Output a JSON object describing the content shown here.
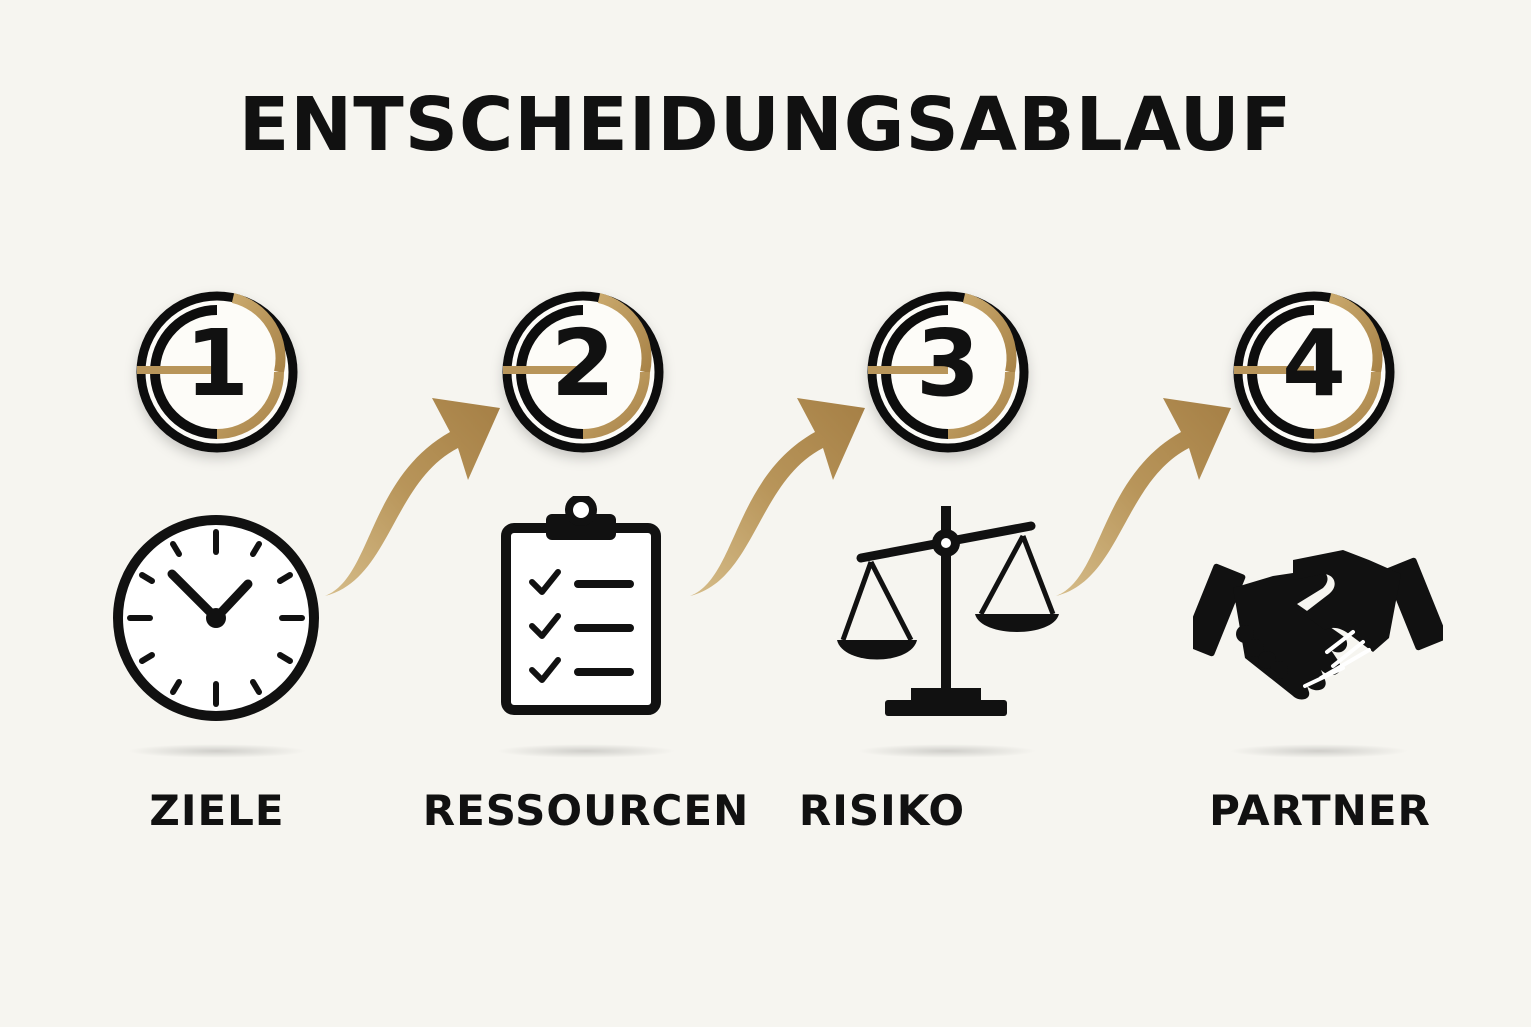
{
  "title": "ENTSCHEIDUNGSABLAUF",
  "colors": {
    "gold": "#b8955a",
    "dark": "#111111",
    "background": "#f6f5f0"
  },
  "steps": [
    {
      "number": "1",
      "label": "ZIELE",
      "icon": "clock-icon"
    },
    {
      "number": "2",
      "label": "RESSOURCEN",
      "icon": "clipboard-checklist-icon"
    },
    {
      "number": "3",
      "label": "RISIKO",
      "icon": "balance-scale-icon"
    },
    {
      "number": "4",
      "label": "PARTNER",
      "icon": "handshake-icon"
    }
  ]
}
